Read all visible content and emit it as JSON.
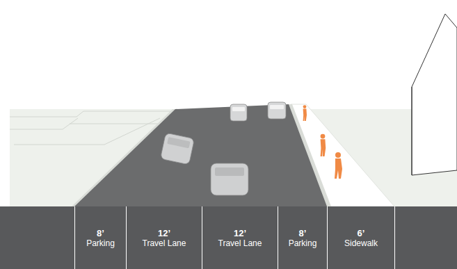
{
  "diagram": {
    "nodes": [
      {
        "text": [
          "8’",
          "Parking"
        ]
      },
      {
        "text": [
          "12’",
          "Travel Lane"
        ]
      },
      {
        "text": [
          "12’",
          "Travel Lane"
        ]
      },
      {
        "text": [
          "8’",
          "Parking"
        ]
      },
      {
        "text": [
          "6’",
          "Sidewalk"
        ]
      }
    ]
  }
}
